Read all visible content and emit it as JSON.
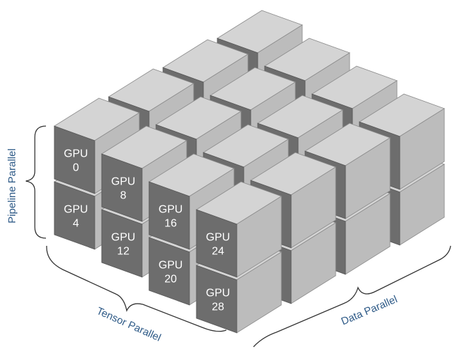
{
  "labels": {
    "pipeline": "Pipeline Parallel",
    "tensor": "Tensor Parallel",
    "data": "Data Parallel"
  },
  "gpu_labels": [
    {
      "prefix": "GPU",
      "id": "0"
    },
    {
      "prefix": "GPU",
      "id": "4"
    },
    {
      "prefix": "GPU",
      "id": "8"
    },
    {
      "prefix": "GPU",
      "id": "12"
    },
    {
      "prefix": "GPU",
      "id": "16"
    },
    {
      "prefix": "GPU",
      "id": "20"
    },
    {
      "prefix": "GPU",
      "id": "24"
    },
    {
      "prefix": "GPU",
      "id": "28"
    }
  ],
  "colors": {
    "top_face": "#d4d4d4",
    "side_face": "#bcbcbc",
    "front_face": "#6d6d6d",
    "label_text": "#2e5a87"
  }
}
